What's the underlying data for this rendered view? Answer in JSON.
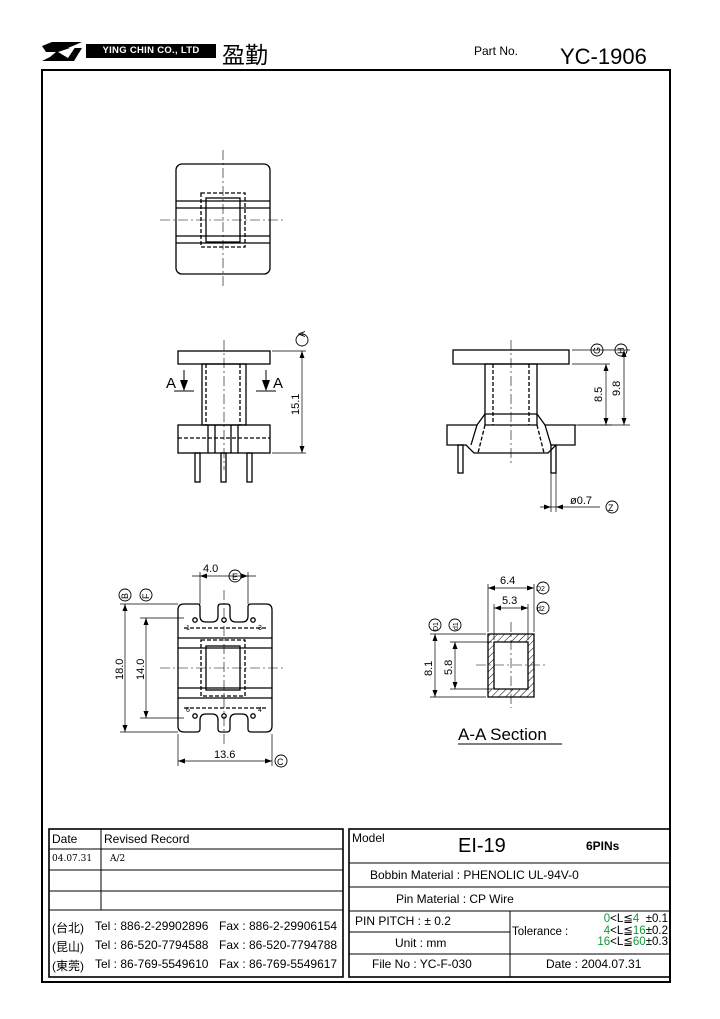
{
  "header": {
    "company_en": "YING CHIN CO., LTD",
    "company_cn": "盈勤",
    "part_no_label": "Part  No.",
    "part_no_value": "YC-1906"
  },
  "drawing": {
    "section_markers": [
      "A",
      "A"
    ],
    "section_title": "A-A  Section",
    "dims": {
      "side_height": "15.1",
      "right_h1": "8.5",
      "right_h2": "9.8",
      "pin_dia": "ø0.7",
      "bottom_w_top": "4.0",
      "bottom_h_outer": "18.0",
      "bottom_h_inner": "14.0",
      "bottom_w": "13.6",
      "sec_w_outer": "6.4",
      "sec_w_inner": "5.3",
      "sec_h_outer": "8.1",
      "sec_h_inner": "5.8"
    },
    "circle_labels": {
      "A": "A",
      "G": "G",
      "H": "H",
      "Z": "Z",
      "E": "E",
      "B": "B",
      "F": "F",
      "C": "C",
      "D2": "D2",
      "d2": "d2",
      "D1": "D1",
      "d1": "d1"
    },
    "pin_numbers": [
      "1",
      "3",
      "6",
      "4"
    ]
  },
  "revision_table": {
    "headers": [
      "Date",
      "Revised  Record"
    ],
    "rows": [
      [
        "04.07.31",
        "A/2"
      ],
      [
        "",
        ""
      ],
      [
        "",
        ""
      ]
    ]
  },
  "contacts": [
    {
      "city": "(台北)",
      "tel": "Tel : 886-2-29902896",
      "fax": "Fax : 886-2-29906154"
    },
    {
      "city": "(昆山)",
      "tel": "Tel : 86-520-7794588",
      "fax": "Fax : 86-520-7794788"
    },
    {
      "city": "(東莞)",
      "tel": "Tel : 86-769-5549610",
      "fax": "Fax : 86-769-5549617"
    }
  ],
  "model_block": {
    "model_label": "Model",
    "model_value": "EI-19",
    "pins": "6PINs",
    "bobbin_material": "Bobbin  Material : PHENOLIC UL-94V-0",
    "pin_material": "Pin  Material : CP Wire",
    "pin_pitch": "PIN  PITCH : ± 0.2",
    "unit": "Unit : mm",
    "file_no": "File  No : YC-F-030",
    "date": "Date : 2004.07.31",
    "tolerance_label": "Tolerance :",
    "tolerance_lines": [
      {
        "range_lo": "0",
        "op1": "<L≦",
        "range_hi": "4",
        "tol": "±0.1"
      },
      {
        "range_lo": "4",
        "op1": "<L≦",
        "range_hi": "16",
        "tol": "±0.2"
      },
      {
        "range_lo": "16",
        "op1": "<L≦",
        "range_hi": "60",
        "tol": "±0.3"
      }
    ]
  },
  "colors": {
    "tolerance_highlight": "#109a35",
    "line": "#000000"
  }
}
